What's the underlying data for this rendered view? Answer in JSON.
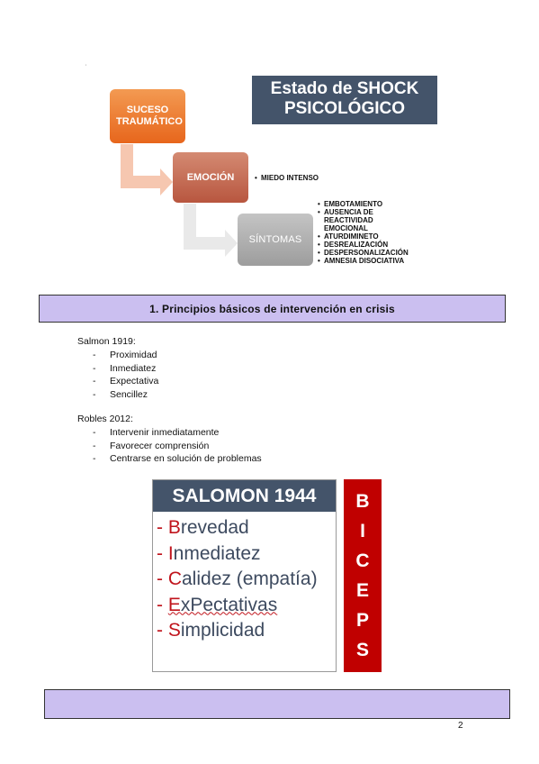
{
  "diagram": {
    "title_line1": "Estado de SHOCK",
    "title_line2": "PSICOLÓGICO",
    "node_suceso": "SUCESO TRAUMÁTICO",
    "node_emocion": "EMOCIÓN",
    "node_sintomas": "SÍNTOMAS",
    "emocion_bullets": [
      "MIEDO INTENSO"
    ],
    "sintomas_bullets": [
      "EMBOTAMIENTO",
      "AUSENCIA DE REACTIVIDAD EMOCIONAL",
      "ATURDIMINETO",
      "DESREALIZACIÓN",
      "DESPERSONALIZACIÓN",
      "AMNESIA DISOCIATIVA"
    ]
  },
  "section1": {
    "title": "1.  Principios básicos de intervención en crisis"
  },
  "salmon": {
    "heading": "Salmon 1919:",
    "items": [
      "Proximidad",
      "Inmediatez",
      "Expectativa",
      "Sencillez"
    ]
  },
  "robles": {
    "heading": "Robles 2012:",
    "items": [
      "Intervenir inmediatamente",
      "Favorecer comprensión",
      "Centrarse en solución de problemas"
    ]
  },
  "salomon": {
    "title": "SALOMON 1944",
    "items": [
      {
        "dash": "- ",
        "cap": "B",
        "rest": "revedad"
      },
      {
        "dash": "- ",
        "cap": "I",
        "rest": "nmediatez"
      },
      {
        "dash": "- ",
        "cap": "C",
        "rest": "alidez (empatía)"
      },
      {
        "dash": "- ",
        "cap": "E",
        "rest": "xPectativas"
      },
      {
        "dash": "- ",
        "cap": "S",
        "rest": "implicidad"
      }
    ],
    "acronym": [
      "B",
      "I",
      "C",
      "E",
      "P",
      "S"
    ]
  },
  "page_number": "2"
}
